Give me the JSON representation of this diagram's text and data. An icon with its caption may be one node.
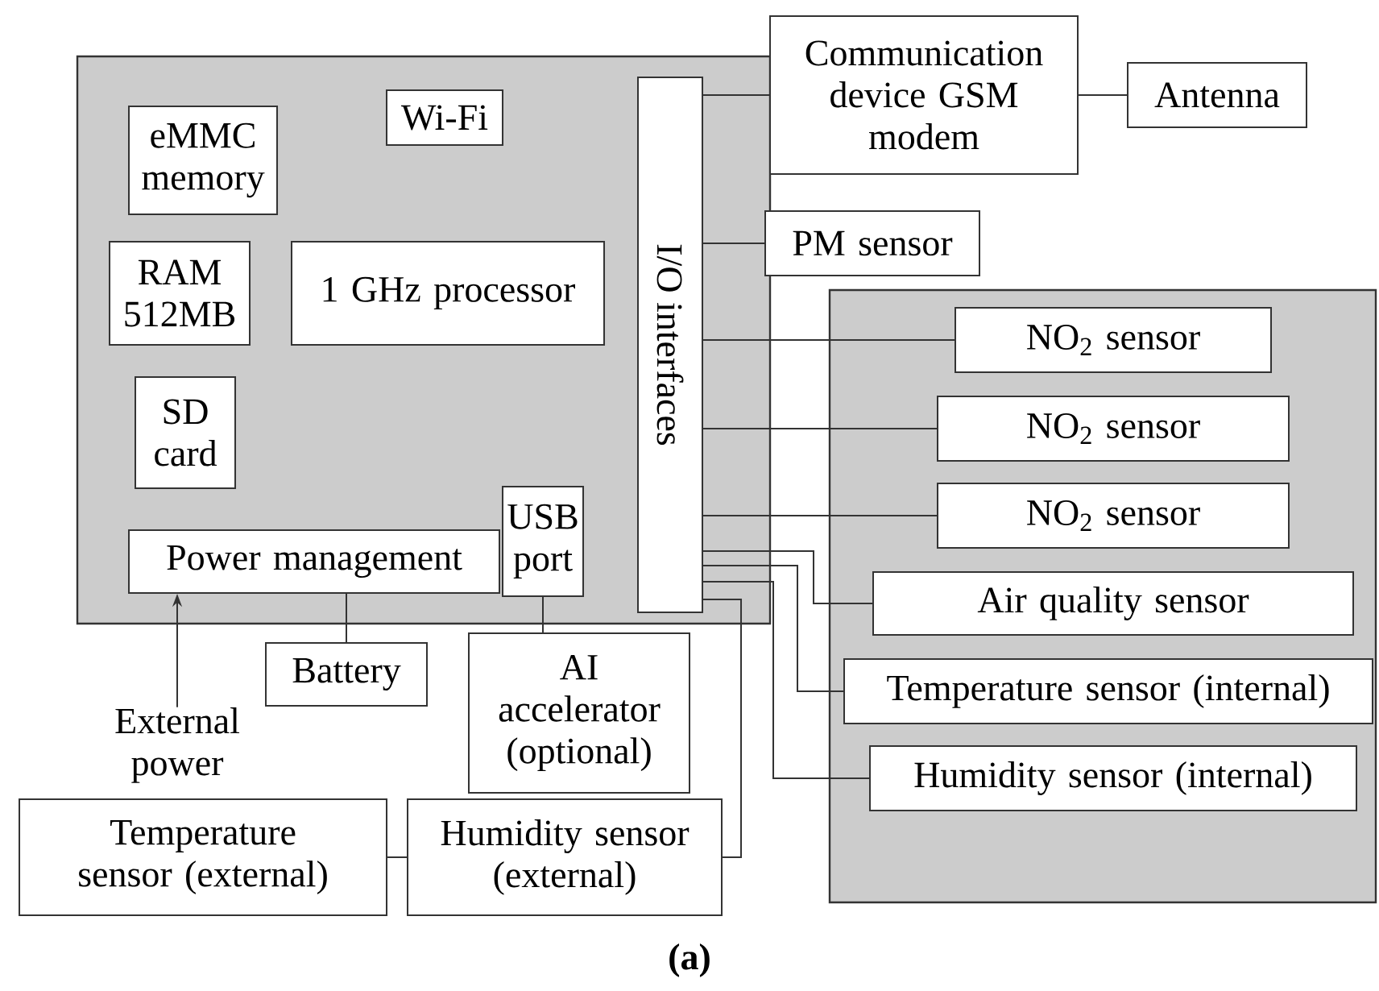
{
  "diagram": {
    "caption": "(a)",
    "nodes": [
      {
        "text": [],
        "shape": "box"
      },
      {
        "text": [
          "eMMC memory"
        ],
        "in": 0
      },
      {
        "text": [
          "Wi-Fi"
        ],
        "in": 0
      },
      {
        "text": [
          "RAM 512MB"
        ],
        "in": 0
      },
      {
        "text": [
          "1 GHz processor"
        ],
        "in": 0
      },
      {
        "text": [
          "SD card"
        ],
        "in": 0
      },
      {
        "text": [
          "Power management"
        ],
        "in": 0
      },
      {
        "text": [
          "USB port"
        ],
        "in": 0
      },
      {
        "text": [
          "I/O interfaces"
        ],
        "in": 0
      },
      {
        "text": [
          "Communication device GSM modem"
        ]
      },
      {
        "text": [
          "Antenna"
        ]
      },
      {
        "text": [
          "PM sensor"
        ]
      },
      {
        "text": [],
        "shape": "box"
      },
      {
        "text": [
          "NO$_{2}$ sensor"
        ],
        "in": 12
      },
      {
        "text": [
          "NO$_{2}$ sensor"
        ],
        "in": 12
      },
      {
        "text": [
          "NO$_{2}$ sensor"
        ],
        "in": 12
      },
      {
        "text": [
          "Air quality sensor"
        ],
        "in": 12
      },
      {
        "text": [
          "Temperature sensor (internal)"
        ],
        "in": 12
      },
      {
        "text": [
          "Humidity sensor (internal)"
        ],
        "in": 12
      },
      {
        "text": [
          "Battery"
        ]
      },
      {
        "text": [
          "AI accelerator (optional)"
        ]
      },
      {
        "text": [
          "External power"
        ]
      },
      {
        "text": [
          "Temperature sensor (external)"
        ]
      },
      {
        "text": [
          "Humidity sensor (external)"
        ]
      }
    ],
    "edges": [
      {
        "from": 8,
        "to": 9,
        "arrow": "none"
      },
      {
        "from": 9,
        "to": 10,
        "arrow": "none"
      },
      {
        "from": 8,
        "to": 11,
        "arrow": "none"
      },
      {
        "from": 8,
        "to": 13,
        "arrow": "none"
      },
      {
        "from": 8,
        "to": 14,
        "arrow": "none"
      },
      {
        "from": 8,
        "to": 15,
        "arrow": "none"
      },
      {
        "from": 8,
        "to": 16,
        "arrow": "none"
      },
      {
        "from": 8,
        "to": 17,
        "arrow": "none"
      },
      {
        "from": 8,
        "to": 18,
        "arrow": "none"
      },
      {
        "from": 8,
        "to": 23,
        "arrow": "none"
      },
      {
        "from": 23,
        "to": 22,
        "arrow": "none"
      },
      {
        "from": 6,
        "to": 19,
        "arrow": "none"
      },
      {
        "from": 7,
        "to": 20,
        "arrow": "none"
      },
      {
        "from": 21,
        "to": 6,
        "arrow": "to"
      }
    ]
  }
}
